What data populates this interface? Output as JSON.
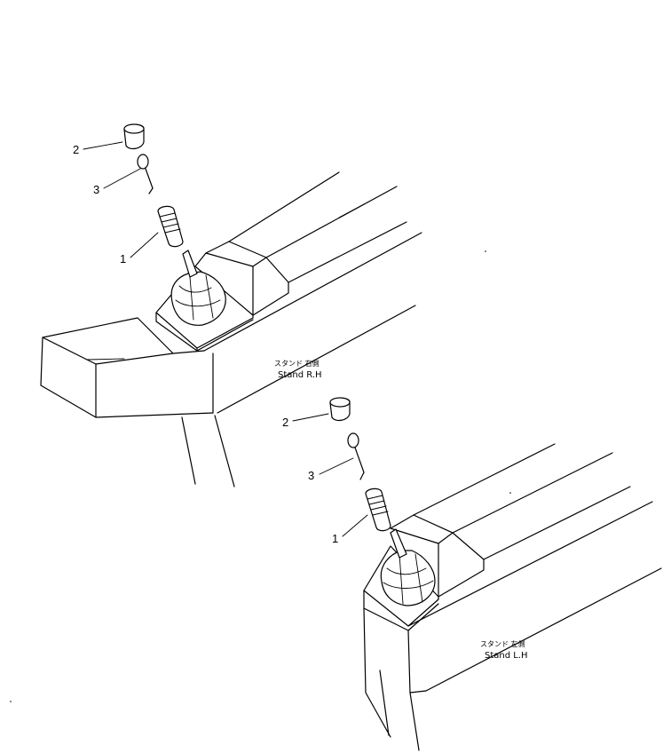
{
  "assemblies": {
    "right": {
      "caption_jp": "スタンド 右側",
      "caption_en": "Stand R.H",
      "callouts": [
        "1",
        "2",
        "3"
      ]
    },
    "left": {
      "caption_jp": "スタンド 左側",
      "caption_en": "Stand L.H",
      "callouts": [
        "1",
        "2",
        "3"
      ]
    }
  }
}
